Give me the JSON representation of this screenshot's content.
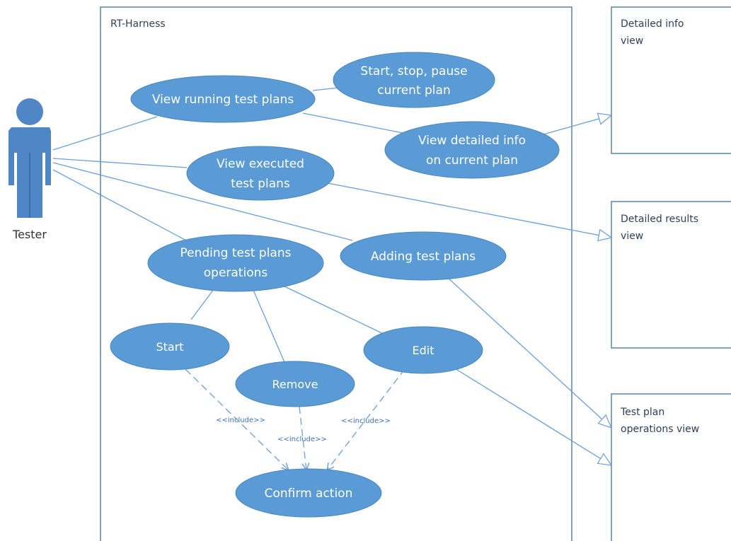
{
  "system": {
    "name": "RT-Harness"
  },
  "actor": {
    "name": "Tester"
  },
  "use_cases": {
    "view_running": "View running test plans",
    "start_stop_pause": [
      "Start, stop, pause",
      "current plan"
    ],
    "view_detailed": [
      "View detailed info",
      "on current plan"
    ],
    "view_executed": [
      "View executed",
      "test plans"
    ],
    "pending_ops": [
      "Pending test plans",
      "operations"
    ],
    "adding": "Adding test plans",
    "start": "Start",
    "remove": "Remove",
    "edit": "Edit",
    "confirm": "Confirm action"
  },
  "include_label": "<<include>>",
  "views": {
    "detailed_info": [
      "Detailed info",
      "view"
    ],
    "detailed_results": [
      "Detailed results",
      "view"
    ],
    "test_plan_ops": [
      "Test plan",
      "operations view"
    ]
  },
  "colors": {
    "use_case_fill": "#5b9bd5",
    "line": "#6a9fd8",
    "box_border": "#41719c",
    "actor": "#4f86c6"
  }
}
